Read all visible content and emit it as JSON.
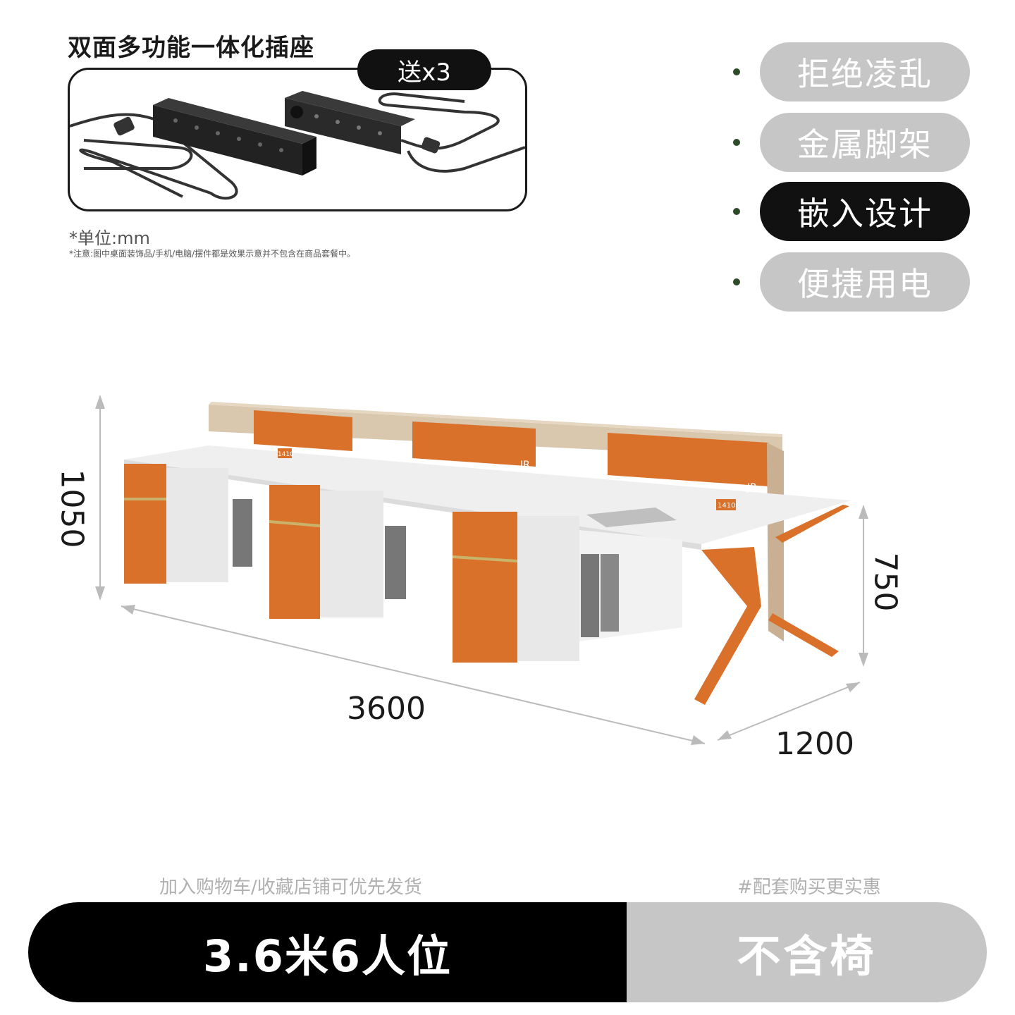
{
  "socket": {
    "title": "双面多功能一体化插座",
    "badge": "送x3"
  },
  "notes": {
    "unit": "*单位:mm",
    "disclaimer": "*注意:图中桌面装饰品/手机/电脑/摆件都是效果示意并不包含在商品套餐中。"
  },
  "features": [
    {
      "label": "拒绝凌乱",
      "style": "grey"
    },
    {
      "label": "金属脚架",
      "style": "grey"
    },
    {
      "label": "嵌入设计",
      "style": "black"
    },
    {
      "label": "便捷用电",
      "style": "grey"
    }
  ],
  "dimensions": {
    "height_total": "1050",
    "length": "3600",
    "depth": "1200",
    "desk_height": "750"
  },
  "desk_labels": {
    "tag": "1410",
    "brand": "JR"
  },
  "captions": {
    "left": "加入购物车/收藏店铺可优先发货",
    "right": "#配套购买更实惠"
  },
  "options": {
    "size": "3.6米6人位",
    "chair": "不含椅"
  },
  "colors": {
    "accent_orange": "#d9712a",
    "pill_grey": "#c6c6c6",
    "black": "#111111",
    "dot_green": "#2d4a2b"
  }
}
